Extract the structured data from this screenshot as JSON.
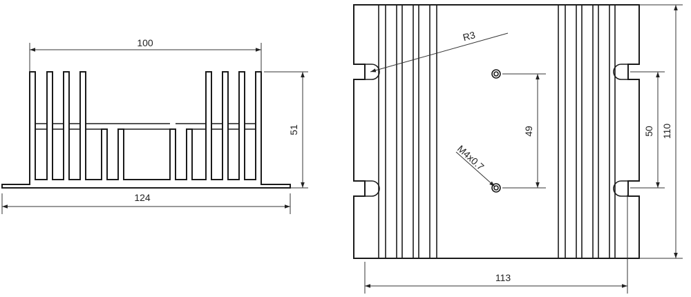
{
  "front_view": {
    "top_width": "100",
    "fin_height": "51",
    "base_width": "124"
  },
  "top_view": {
    "slot_radius": "R3",
    "hole_spacing": "49",
    "thread": "M4x0.7",
    "slot_spacing": "50",
    "height": "110",
    "width": "113"
  },
  "colors": {
    "line": "#1a1a1a",
    "background": "#ffffff"
  }
}
